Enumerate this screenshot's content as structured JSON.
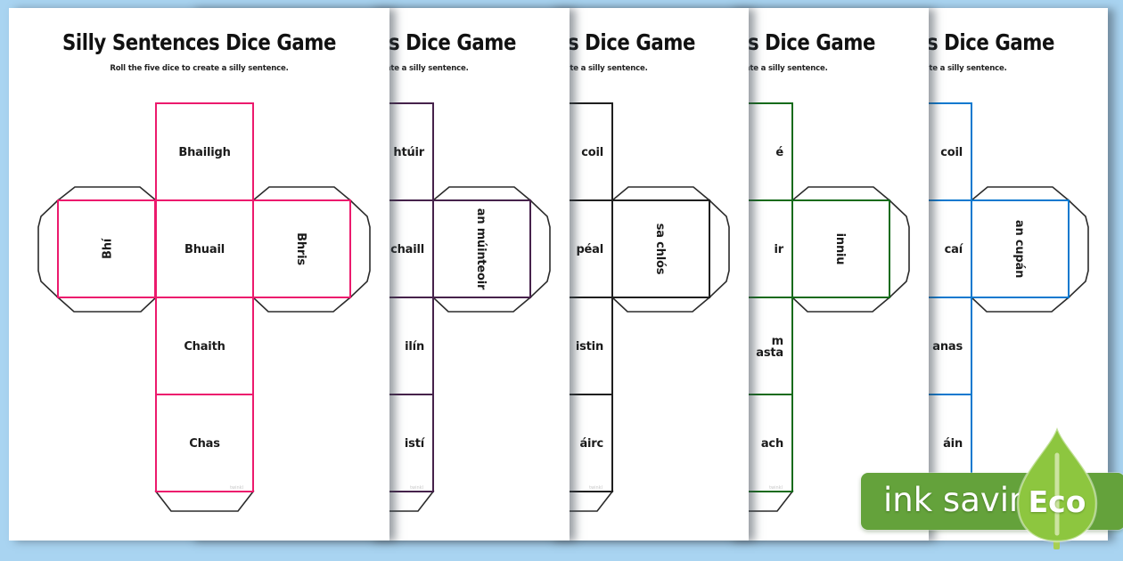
{
  "background_color": "#a9d4f1",
  "page": {
    "title": "Silly Sentences Dice Game",
    "subtitle": "Roll the five dice to create a silly sentence.",
    "watermark": "twinkl"
  },
  "pages": [
    {
      "net_color": "#ec1a6d",
      "occluded": false,
      "words": {
        "top": "Bhailigh",
        "left": "Bhí",
        "center": "Bhuail",
        "right": "Bhris",
        "row3": "Chaith",
        "row4": "Chas"
      }
    },
    {
      "net_color": "#46224b",
      "occluded": true,
      "words": {
        "top": "htúir",
        "left": "",
        "center": "chaill",
        "right": "an múinteoir",
        "row3": "ilín",
        "row4": "istí"
      }
    },
    {
      "net_color": "#1f1f1f",
      "occluded": true,
      "words": {
        "top": "coil",
        "left": "",
        "center": "péal",
        "right": "sa chlós",
        "row3": "istin",
        "row4": "áirc"
      }
    },
    {
      "net_color": "#156b1b",
      "occluded": true,
      "words": {
        "top": "é",
        "left": "",
        "center": "ir",
        "right": "inniu",
        "row3": "m\nasta",
        "row4": "ach"
      }
    },
    {
      "net_color": "#0c79cf",
      "occluded": true,
      "words": {
        "top": "coil",
        "left": "",
        "center": "caí",
        "right": "an cupán",
        "row3": "anas",
        "row4": "áin"
      }
    }
  ],
  "eco_badge": {
    "label": "ink saving",
    "eco_label": "Eco",
    "banner_color": "#64a23b",
    "leaf_color": "#8dc63f",
    "leaf_outline_color": "#6fa82f",
    "leaf_vein_color": "#d8eab2",
    "stem_color": "#a8cf52",
    "text_color": "#ffffff"
  }
}
